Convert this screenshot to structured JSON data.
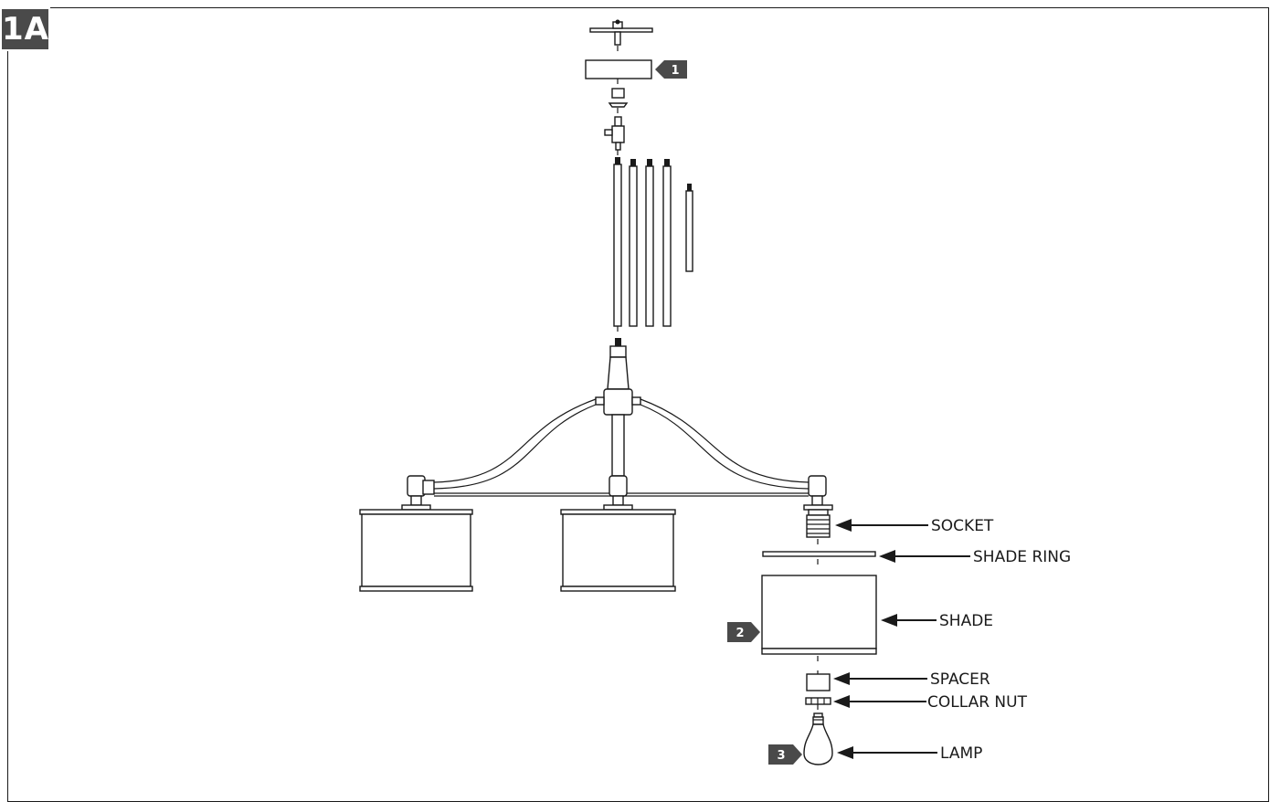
{
  "figure": {
    "badge": "1A"
  },
  "steps": {
    "step1": "1",
    "step2": "2",
    "step3": "3"
  },
  "callouts": {
    "socket": "SOCKET",
    "shade_ring": "SHADE RING",
    "shade": "SHADE",
    "spacer": "SPACER",
    "collar_nut": "COLLAR NUT",
    "lamp": "LAMP"
  },
  "colors": {
    "ink": "#1a1a1a",
    "badge": "#4a4a4a",
    "paper": "#ffffff"
  }
}
